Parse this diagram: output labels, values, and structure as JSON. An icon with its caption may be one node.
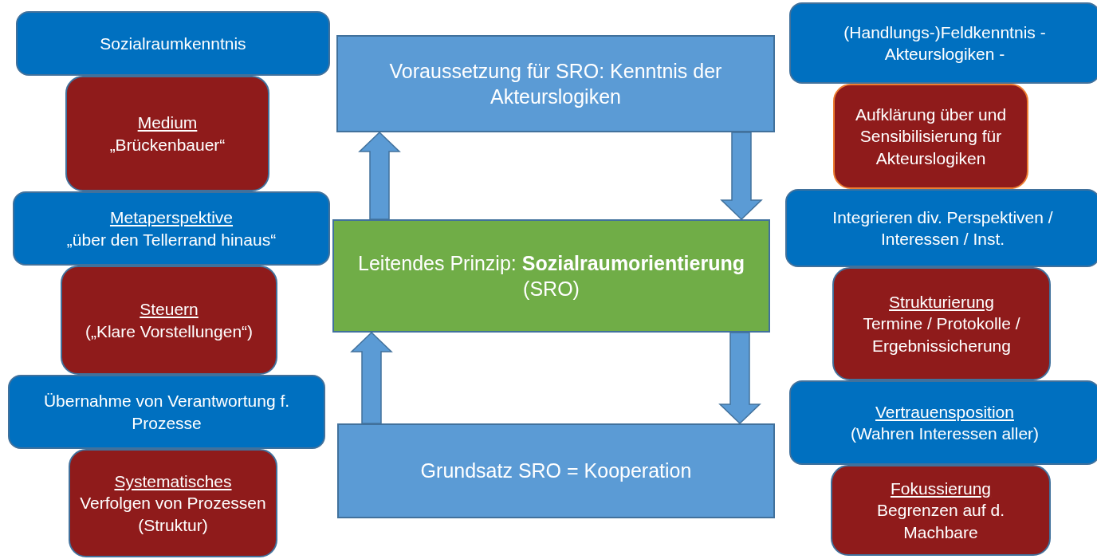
{
  "diagram": {
    "nodes": [
      {
        "text": [
          "Sozialraumkenntnis"
        ]
      },
      {
        "text": [
          "Medium",
          "„Brückenbauer“"
        ]
      },
      {
        "text": [
          "Metaperspektive",
          "„über den Tellerrand hinaus“"
        ]
      },
      {
        "text": [
          "Steuern",
          "(„Klare Vorstellungen“)"
        ]
      },
      {
        "text": [
          "Übernahme von Verantwortung f. Prozesse"
        ]
      },
      {
        "text": [
          "Systematisches",
          "Verfolgen von Prozessen (Struktur)"
        ]
      },
      {
        "text": [
          "Voraussetzung für SRO: Kenntnis der Akteurslogiken"
        ]
      },
      {
        "text": [
          "Leitendes Prinzip: **Sozialraumorientierung** (SRO)"
        ]
      },
      {
        "text": [
          "Grundsatz SRO = Kooperation"
        ]
      },
      {
        "text": [
          "(Handlungs-)Feldkenntnis - Akteurslogiken -"
        ]
      },
      {
        "text": [
          "Aufklärung über und Sensibilisierung für Akteurslogiken"
        ]
      },
      {
        "text": [
          "Integrieren div. Perspektiven / Interessen / Inst."
        ]
      },
      {
        "text": [
          "Strukturierung",
          "Termine / Protokolle / Ergebnissicherung"
        ]
      },
      {
        "text": [
          "Vertrauensposition",
          "(Wahren Interessen aller)"
        ]
      },
      {
        "text": [
          "Fokussierung",
          "Begrenzen auf d. Machbare"
        ]
      }
    ],
    "edges": [
      {
        "from": 7,
        "to": 6,
        "arrow": "to"
      },
      {
        "from": 6,
        "to": 7,
        "arrow": "to"
      },
      {
        "from": 8,
        "to": 7,
        "arrow": "to"
      },
      {
        "from": 7,
        "to": 8,
        "arrow": "to"
      }
    ]
  }
}
